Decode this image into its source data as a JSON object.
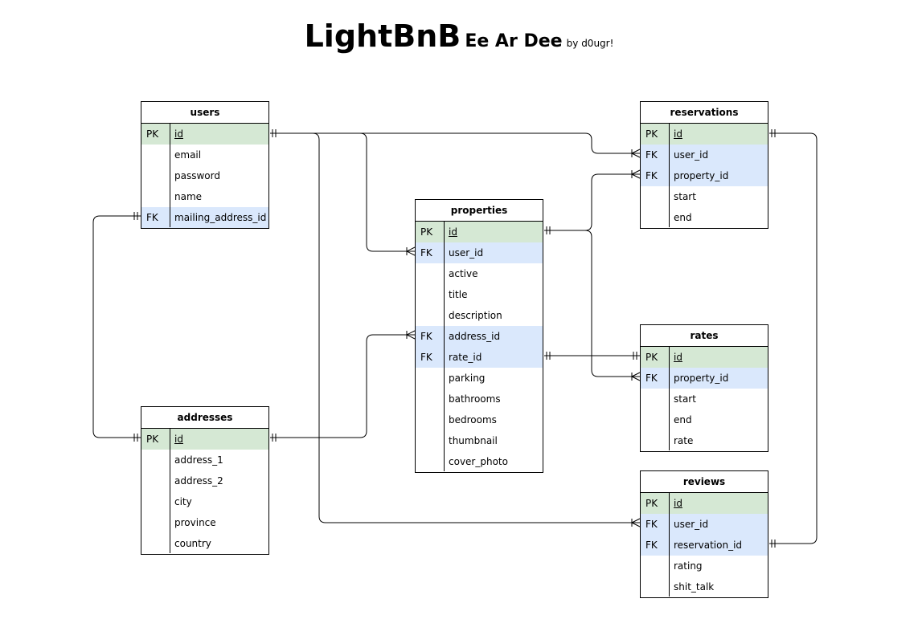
{
  "title": {
    "main": "LightBnB",
    "sub": "Ee Ar Dee",
    "by": "by d0ugr!"
  },
  "entities": {
    "users": {
      "name": "users",
      "rows": [
        {
          "key": "PK",
          "field": "id"
        },
        {
          "key": "",
          "field": "email"
        },
        {
          "key": "",
          "field": "password"
        },
        {
          "key": "",
          "field": "name"
        },
        {
          "key": "FK",
          "field": "mailing_address_id"
        }
      ]
    },
    "addresses": {
      "name": "addresses",
      "rows": [
        {
          "key": "PK",
          "field": "id"
        },
        {
          "key": "",
          "field": "address_1"
        },
        {
          "key": "",
          "field": "address_2"
        },
        {
          "key": "",
          "field": "city"
        },
        {
          "key": "",
          "field": "province"
        },
        {
          "key": "",
          "field": "country"
        }
      ]
    },
    "properties": {
      "name": "properties",
      "rows": [
        {
          "key": "PK",
          "field": "id"
        },
        {
          "key": "FK",
          "field": "user_id"
        },
        {
          "key": "",
          "field": "active"
        },
        {
          "key": "",
          "field": "title"
        },
        {
          "key": "",
          "field": "description"
        },
        {
          "key": "FK",
          "field": "address_id"
        },
        {
          "key": "FK",
          "field": "rate_id"
        },
        {
          "key": "",
          "field": "parking"
        },
        {
          "key": "",
          "field": "bathrooms"
        },
        {
          "key": "",
          "field": "bedrooms"
        },
        {
          "key": "",
          "field": "thumbnail"
        },
        {
          "key": "",
          "field": "cover_photo"
        }
      ]
    },
    "reservations": {
      "name": "reservations",
      "rows": [
        {
          "key": "PK",
          "field": "id"
        },
        {
          "key": "FK",
          "field": "user_id"
        },
        {
          "key": "FK",
          "field": "property_id"
        },
        {
          "key": "",
          "field": "start"
        },
        {
          "key": "",
          "field": "end"
        }
      ]
    },
    "rates": {
      "name": "rates",
      "rows": [
        {
          "key": "PK",
          "field": "id"
        },
        {
          "key": "FK",
          "field": "property_id"
        },
        {
          "key": "",
          "field": "start"
        },
        {
          "key": "",
          "field": "end"
        },
        {
          "key": "",
          "field": "rate"
        }
      ]
    },
    "reviews": {
      "name": "reviews",
      "rows": [
        {
          "key": "PK",
          "field": "id"
        },
        {
          "key": "FK",
          "field": "user_id"
        },
        {
          "key": "FK",
          "field": "reservation_id"
        },
        {
          "key": "",
          "field": "rating"
        },
        {
          "key": "",
          "field": "shit_talk"
        }
      ]
    }
  },
  "colors": {
    "pk": "#d5e8d4",
    "fk": "#dae8fc",
    "stroke": "#000000"
  }
}
